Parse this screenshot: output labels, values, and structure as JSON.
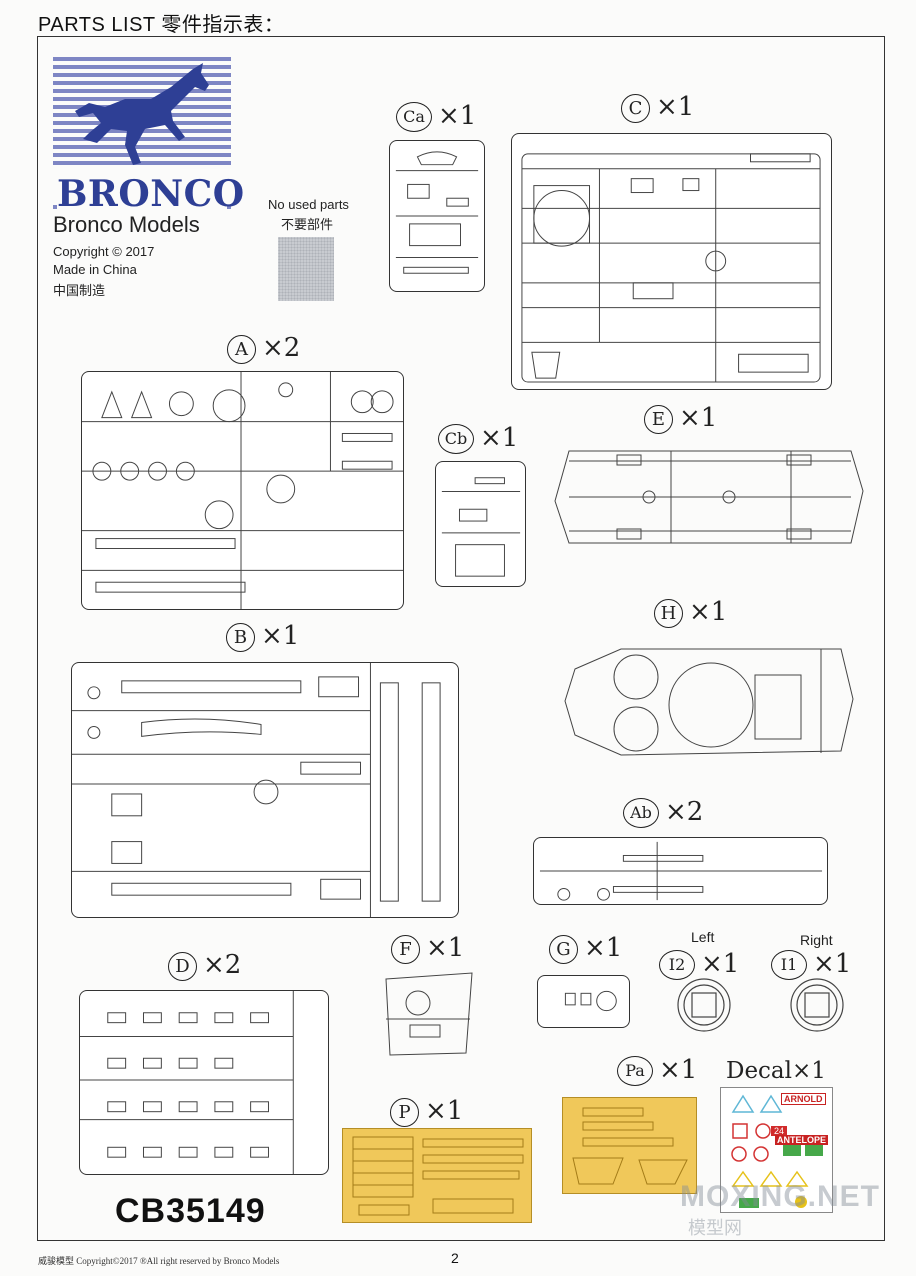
{
  "header": {
    "title": "PARTS LIST 零件指示表："
  },
  "logo": {
    "brand": "BRONCO",
    "name": "Bronco Models",
    "copyright": "Copyright © 2017",
    "made_in": "Made in China",
    "made_in_cn": "中国制造"
  },
  "no_used": {
    "line1": "No used parts",
    "line2": "不要部件"
  },
  "sprues": {
    "ca": {
      "letter": "Ca",
      "qty": "×1"
    },
    "c": {
      "letter": "C",
      "qty": "×1"
    },
    "a": {
      "letter": "A",
      "qty": "×2"
    },
    "cb": {
      "letter": "Cb",
      "qty": "×1"
    },
    "e": {
      "letter": "E",
      "qty": "×1"
    },
    "b": {
      "letter": "B",
      "qty": "×1"
    },
    "h": {
      "letter": "H",
      "qty": "×1"
    },
    "ab": {
      "letter": "Ab",
      "qty": "×2"
    },
    "d": {
      "letter": "D",
      "qty": "×2"
    },
    "f": {
      "letter": "F",
      "qty": "×1"
    },
    "g": {
      "letter": "G",
      "qty": "×1"
    },
    "i2": {
      "letter": "I2",
      "qty": "×1",
      "side": "Left"
    },
    "i1": {
      "letter": "I1",
      "qty": "×1",
      "side": "Right"
    },
    "pa": {
      "letter": "Pa",
      "qty": "×1"
    },
    "p": {
      "letter": "P",
      "qty": "×1"
    },
    "decal": {
      "letter": "Decal",
      "qty": "×1"
    }
  },
  "decal_texts": {
    "arnold": "ARNOLD",
    "antelope": "ANTELOPE",
    "n24": "24"
  },
  "product_code": "CB35149",
  "footer": {
    "text": "威骏模型  Copyright©2017  ®All right reserved by Bronco Models"
  },
  "page_number": "2",
  "watermark": {
    "line1": "MOXING.NET",
    "line2": "模型网"
  },
  "colors": {
    "logo_blue": "#2e3f95",
    "stripe": "#7e86c4",
    "photo_etch": "#f0c85a"
  }
}
